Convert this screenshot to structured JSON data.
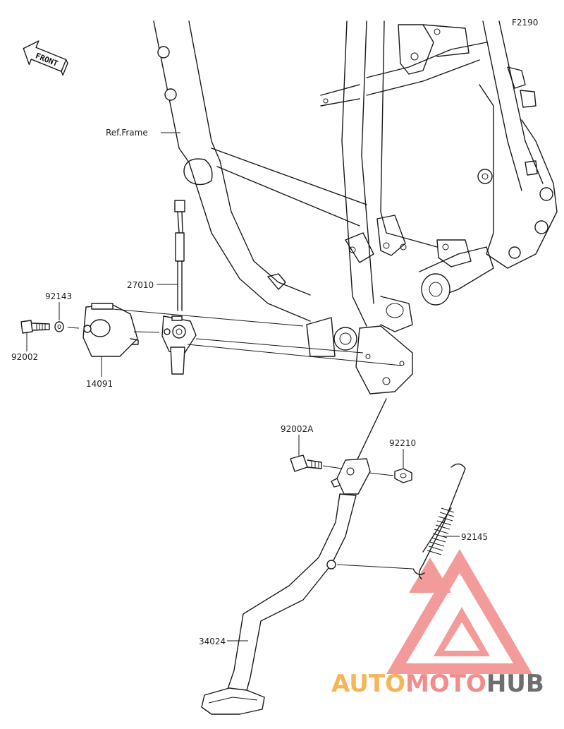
{
  "figure_code": "F2190",
  "front_label": "FRONT",
  "ref_frame_label": "Ref.Frame",
  "parts": [
    {
      "number": "27010"
    },
    {
      "number": "92143"
    },
    {
      "number": "92002"
    },
    {
      "number": "14091"
    },
    {
      "number": "92002A"
    },
    {
      "number": "92210"
    },
    {
      "number": "92145"
    },
    {
      "number": "34024"
    }
  ],
  "watermark": {
    "part1": "AUTO",
    "part2": "MOTO",
    "part3": "HUB",
    "colors": {
      "auto": "#f4a93c",
      "moto": "#f07a7a",
      "hub": "#555555",
      "logo": "#f07a7a"
    }
  }
}
